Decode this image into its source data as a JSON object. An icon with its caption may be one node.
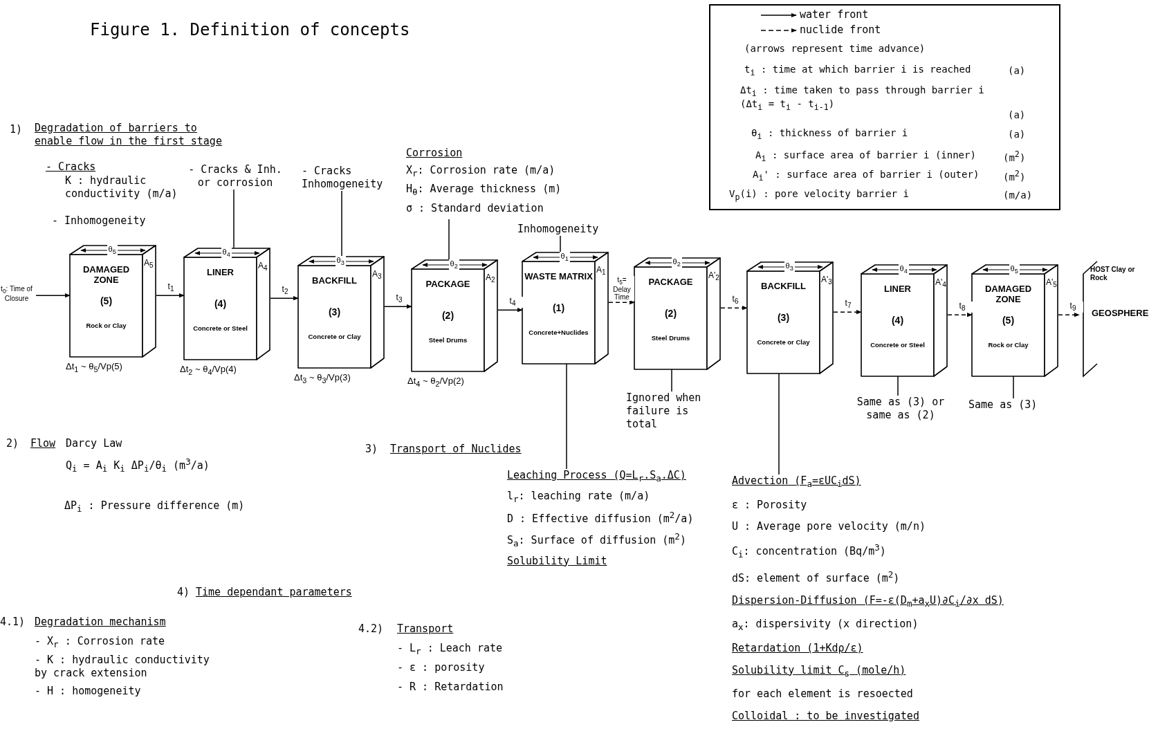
{
  "diagram": {
    "title": "Figure 1. Definition of concepts",
    "nodes": [
      {
        "text": [
          "- Cracks & Inh. or corrosion"
        ]
      },
      {
        "text": [
          "- Cracks Inhomogeneity"
        ]
      },
      {
        "text": [
          "Corrosion",
          "X$_{r}$: Corrosion rate (m/a)",
          "H$_{θ}$: Average thickness (m)",
          "σ : Standard deviation"
        ]
      },
      {
        "text": [
          "Inhomogeneity"
        ]
      },
      {
        "text": [
          "DAMAGED ZONE",
          "(5)",
          "Rock or Clay"
        ],
        "beside": [
          "θ$_{5}$",
          "A$_{5}$",
          "Δt$_{1}$ ~ θ$_{5}$/Vp(5)"
        ]
      },
      {
        "text": [
          "LINER",
          "(4)",
          "Concrete or Steel"
        ],
        "beside": [
          "θ$_{4}$",
          "A$_{4}$",
          "Δt$_{2}$ ~ θ$_{4}$/Vp(4)"
        ]
      },
      {
        "text": [
          "BACKFILL",
          "(3)",
          "Concrete or Clay"
        ],
        "beside": [
          "θ$_{3}$",
          "A$_{3}$",
          "Δt$_{3}$ ~ θ$_{3}$/Vp(3)"
        ]
      },
      {
        "text": [
          "PACKAGE",
          "(2)",
          "Steel Drums"
        ],
        "beside": [
          "θ$_{2}$",
          "A$_{2}$",
          "Δt$_{4}$ ~ θ$_{2}$/Vp(2)"
        ]
      },
      {
        "text": [
          "WASTE MATRIX",
          "(1)",
          "Concrete+Nuclides"
        ],
        "beside": [
          "θ$_{1}$",
          "A$_{1}$"
        ]
      },
      {
        "text": [
          "PACKAGE",
          "(2)",
          "Steel Drums"
        ],
        "beside": [
          "θ$_{2}$",
          "A'$_{2}$"
        ]
      },
      {
        "text": [
          "BACKFILL",
          "(3)",
          "Concrete or Clay"
        ],
        "beside": [
          "θ$_{3}$",
          "A'$_{3}$"
        ]
      },
      {
        "text": [
          "LINER",
          "(4)",
          "Concrete or Steel"
        ],
        "beside": [
          "θ$_{4}$",
          "A'$_{4}$"
        ]
      },
      {
        "text": [
          "DAMAGED ZONE",
          "(5)",
          "Rock or Clay"
        ],
        "beside": [
          "θ$_{5}$",
          "A'$_{5}$"
        ]
      },
      {
        "text": [
          "HOST Clay or Rock",
          "GEOSPHERE"
        ]
      },
      {
        "text": [
          "Ignored when failure is total"
        ]
      },
      {
        "text": [
          "Same as (3) or same as (2)"
        ]
      },
      {
        "text": [
          "Same as (3)"
        ]
      },
      {
        "text": [
          "Leaching Process (Q=L$_{r}$.S$_{a}$.ΔC)",
          "l$_{r}$: leaching rate (m/a)",
          "D : Effective diffusion (m$^{2}$/a)",
          "S$_{a}$: Surface of diffusion (m$^{2}$)",
          "Solubility Limit"
        ]
      },
      {
        "text": [
          "Advection (F$_{a}$=εUC$_{i}$dS)",
          "ε : Porosity",
          "U : Average pore velocity (m/n)",
          "C$_{i}$: concentration (Bq/m$^{3}$)",
          "dS: element of surface (m$^{2}$)",
          "Dispersion-Diffusion (F=-ε(D$_{m}$+a$_{x}$U)∂C$_{i}$/∂x dS)",
          "a$_{x}$: dispersivity (x direction)",
          "Retardation (1+Kdρ/ε)",
          "Solubility limit C$_{s}$ (mole/h)",
          "for each element is resoected",
          "Colloidal : to be investigated"
        ]
      }
    ],
    "edges": [
      {
        "from": null,
        "to": 4,
        "arrow": "to",
        "label": "t$_{0}$: Time of Closure"
      },
      {
        "from": 4,
        "to": 5,
        "arrow": "to",
        "label": "t$_{1}$"
      },
      {
        "from": 5,
        "to": 6,
        "arrow": "to",
        "label": "t$_{2}$"
      },
      {
        "from": 6,
        "to": 7,
        "arrow": "to",
        "label": "t$_{3}$"
      },
      {
        "from": 7,
        "to": 8,
        "arrow": "to",
        "label": "t$_{4}$"
      },
      {
        "from": 8,
        "to": 9,
        "arrow": "to",
        "label": "t$_{5}$= Delay Time",
        "style": "dashed"
      },
      {
        "from": 9,
        "to": 10,
        "arrow": "to",
        "label": "t$_{6}$",
        "style": "dashed"
      },
      {
        "from": 10,
        "to": 11,
        "arrow": "to",
        "label": "t$_{7}$",
        "style": "dashed"
      },
      {
        "from": 11,
        "to": 12,
        "arrow": "to",
        "label": "t$_{8}$",
        "style": "dashed"
      },
      {
        "from": 12,
        "to": 13,
        "arrow": "to",
        "label": "t$_{9}$",
        "style": "dashed"
      },
      {
        "from": 0,
        "to": 5,
        "arrow": "none"
      },
      {
        "from": 1,
        "to": 6,
        "arrow": "none"
      },
      {
        "from": 2,
        "to": 7,
        "arrow": "none"
      },
      {
        "from": 3,
        "to": 8,
        "arrow": "none"
      },
      {
        "from": 8,
        "to": 17,
        "arrow": "none"
      },
      {
        "from": 9,
        "to": 14,
        "arrow": "none"
      },
      {
        "from": 10,
        "to": 18,
        "arrow": "none"
      },
      {
        "from": 11,
        "to": 15,
        "arrow": "none"
      },
      {
        "from": 12,
        "to": 16,
        "arrow": "none"
      }
    ],
    "labels": [
      "(arrows represent time advance)",
      "t$_{i}$ : time at which barrier i is reached",
      "(a)",
      "Δt$_{i}$ : time taken to pass through barrier i (Δt$_{i}$ = t$_{i}$ - t$_{i-1}$)",
      "(a)",
      "θ$_{i}$ : thickness of barrier i",
      "(a)",
      "A$_{i}$ : surface area of barrier i (inner)",
      "(m$^{2}$)",
      "A$_{i}$' : surface area of barrier i (outer)",
      "(m$^{2}$)",
      "V$_{p}$(i) : pore velocity barrier i",
      "(m/a)",
      "1)",
      "Degradation of barriers to enable flow in the first stage",
      "- Cracks",
      "K : hydraulic conductivity (m/a)",
      "- Inhomogeneity",
      "2)",
      "Flow",
      "Darcy Law",
      "Q$_{i}$ = A$_{i}$ K$_{i}$ ΔP$_{i}$/θ$_{i}$ (m$^{3}$/a)",
      "ΔP$_{i}$ : Pressure difference (m)",
      "3)",
      "Transport of Nuclides",
      "4)",
      "Time dependant parameters",
      "4.1)",
      "Degradation mechanism",
      "- X$_{r}$ : Corrosion rate",
      "- K : hydraulic conductivity by crack extension",
      "- H : homogeneity",
      "4.2)",
      "Transport",
      "- L$_{r}$ : Leach rate",
      "- ε : porosity",
      "- R : Retardation"
    ],
    "legend": [
      {
        "text": "water front"
      },
      {
        "text": "nuclide front"
      }
    ]
  }
}
